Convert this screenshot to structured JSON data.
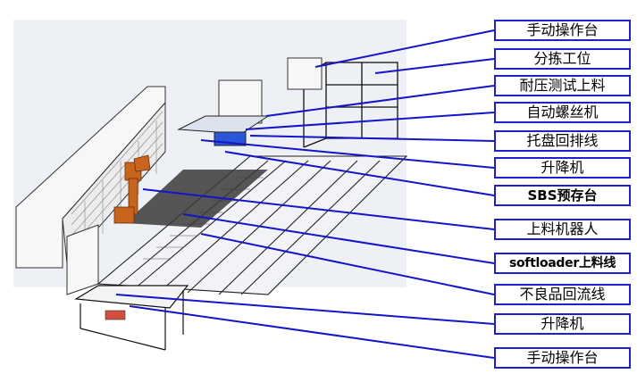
{
  "colors": {
    "leader": "#1414c8",
    "box_border": "#1f1fd0",
    "machine_line": "#222222",
    "robot": "#c8641e",
    "glass": "#eeeeee",
    "floor": "#e6e9f0"
  },
  "labels": [
    "手动操作台",
    "分拣工位",
    "耐压测试上料",
    "自动螺丝机",
    "托盘回排线",
    "升降机",
    "SBS预存台",
    "上料机器人",
    "softloader上料线",
    "不良品回流线",
    "升降机",
    "手动操作台"
  ]
}
